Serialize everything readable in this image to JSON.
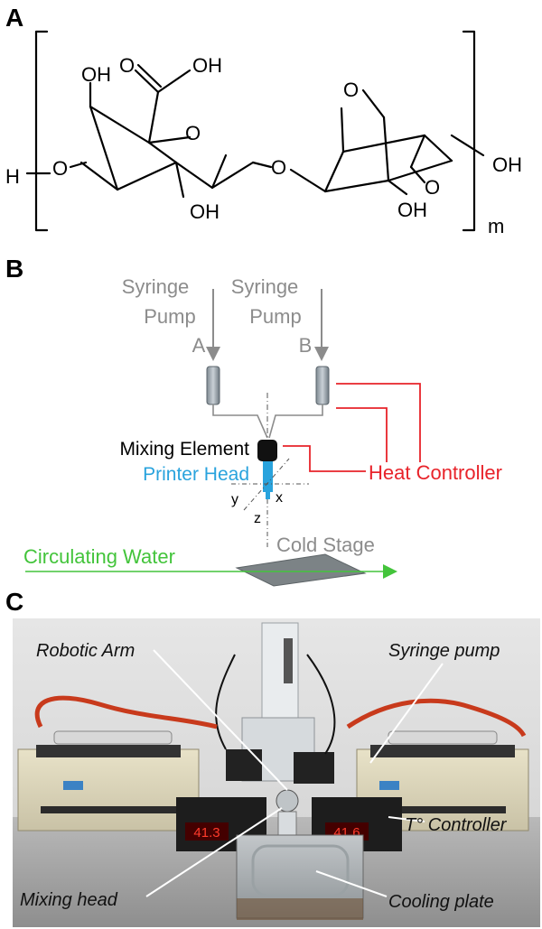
{
  "panels": {
    "a": {
      "letter": "A",
      "structure": {
        "atoms": {
          "oh_top_left": "OH",
          "o_carbonyl": "O",
          "oh_acid": "OH",
          "o_ring_left": "O",
          "h_terminal": "H",
          "o_linker_left": "O",
          "o_glycosidic": "O",
          "oh_bottom_left": "OH",
          "o_bridge_top": "O",
          "oh_right": "OH",
          "o_ring_right": "O",
          "oh_bottom_right": "OH"
        },
        "repeat_subscript": "m"
      }
    },
    "b": {
      "letter": "B",
      "syringe_a": {
        "line1": "Syringe",
        "line2": "Pump",
        "line3": "A"
      },
      "syringe_b": {
        "line1": "Syringe",
        "line2": "Pump",
        "line3": "B"
      },
      "mixing_element": "Mixing Element",
      "printer_head": "Printer Head",
      "heat_controller": "Heat Controller",
      "axes": {
        "x": "x",
        "y": "y",
        "z": "z"
      },
      "cold_stage": "Cold Stage",
      "circulating_water": "Circulating Water",
      "colors": {
        "gray": "#8c8c8c",
        "red": "#e8232a",
        "blue": "#29a3dd",
        "green": "#43c43b",
        "black": "#000000"
      }
    },
    "c": {
      "letter": "C",
      "labels": {
        "robotic_arm": "Robotic Arm",
        "syringe_pump": "Syringe pump",
        "t_controller": "T° Controller",
        "mixing_head": "Mixing head",
        "cooling_plate": "Cooling plate"
      },
      "displays": {
        "left": "41.3",
        "right": "41.6"
      }
    }
  }
}
